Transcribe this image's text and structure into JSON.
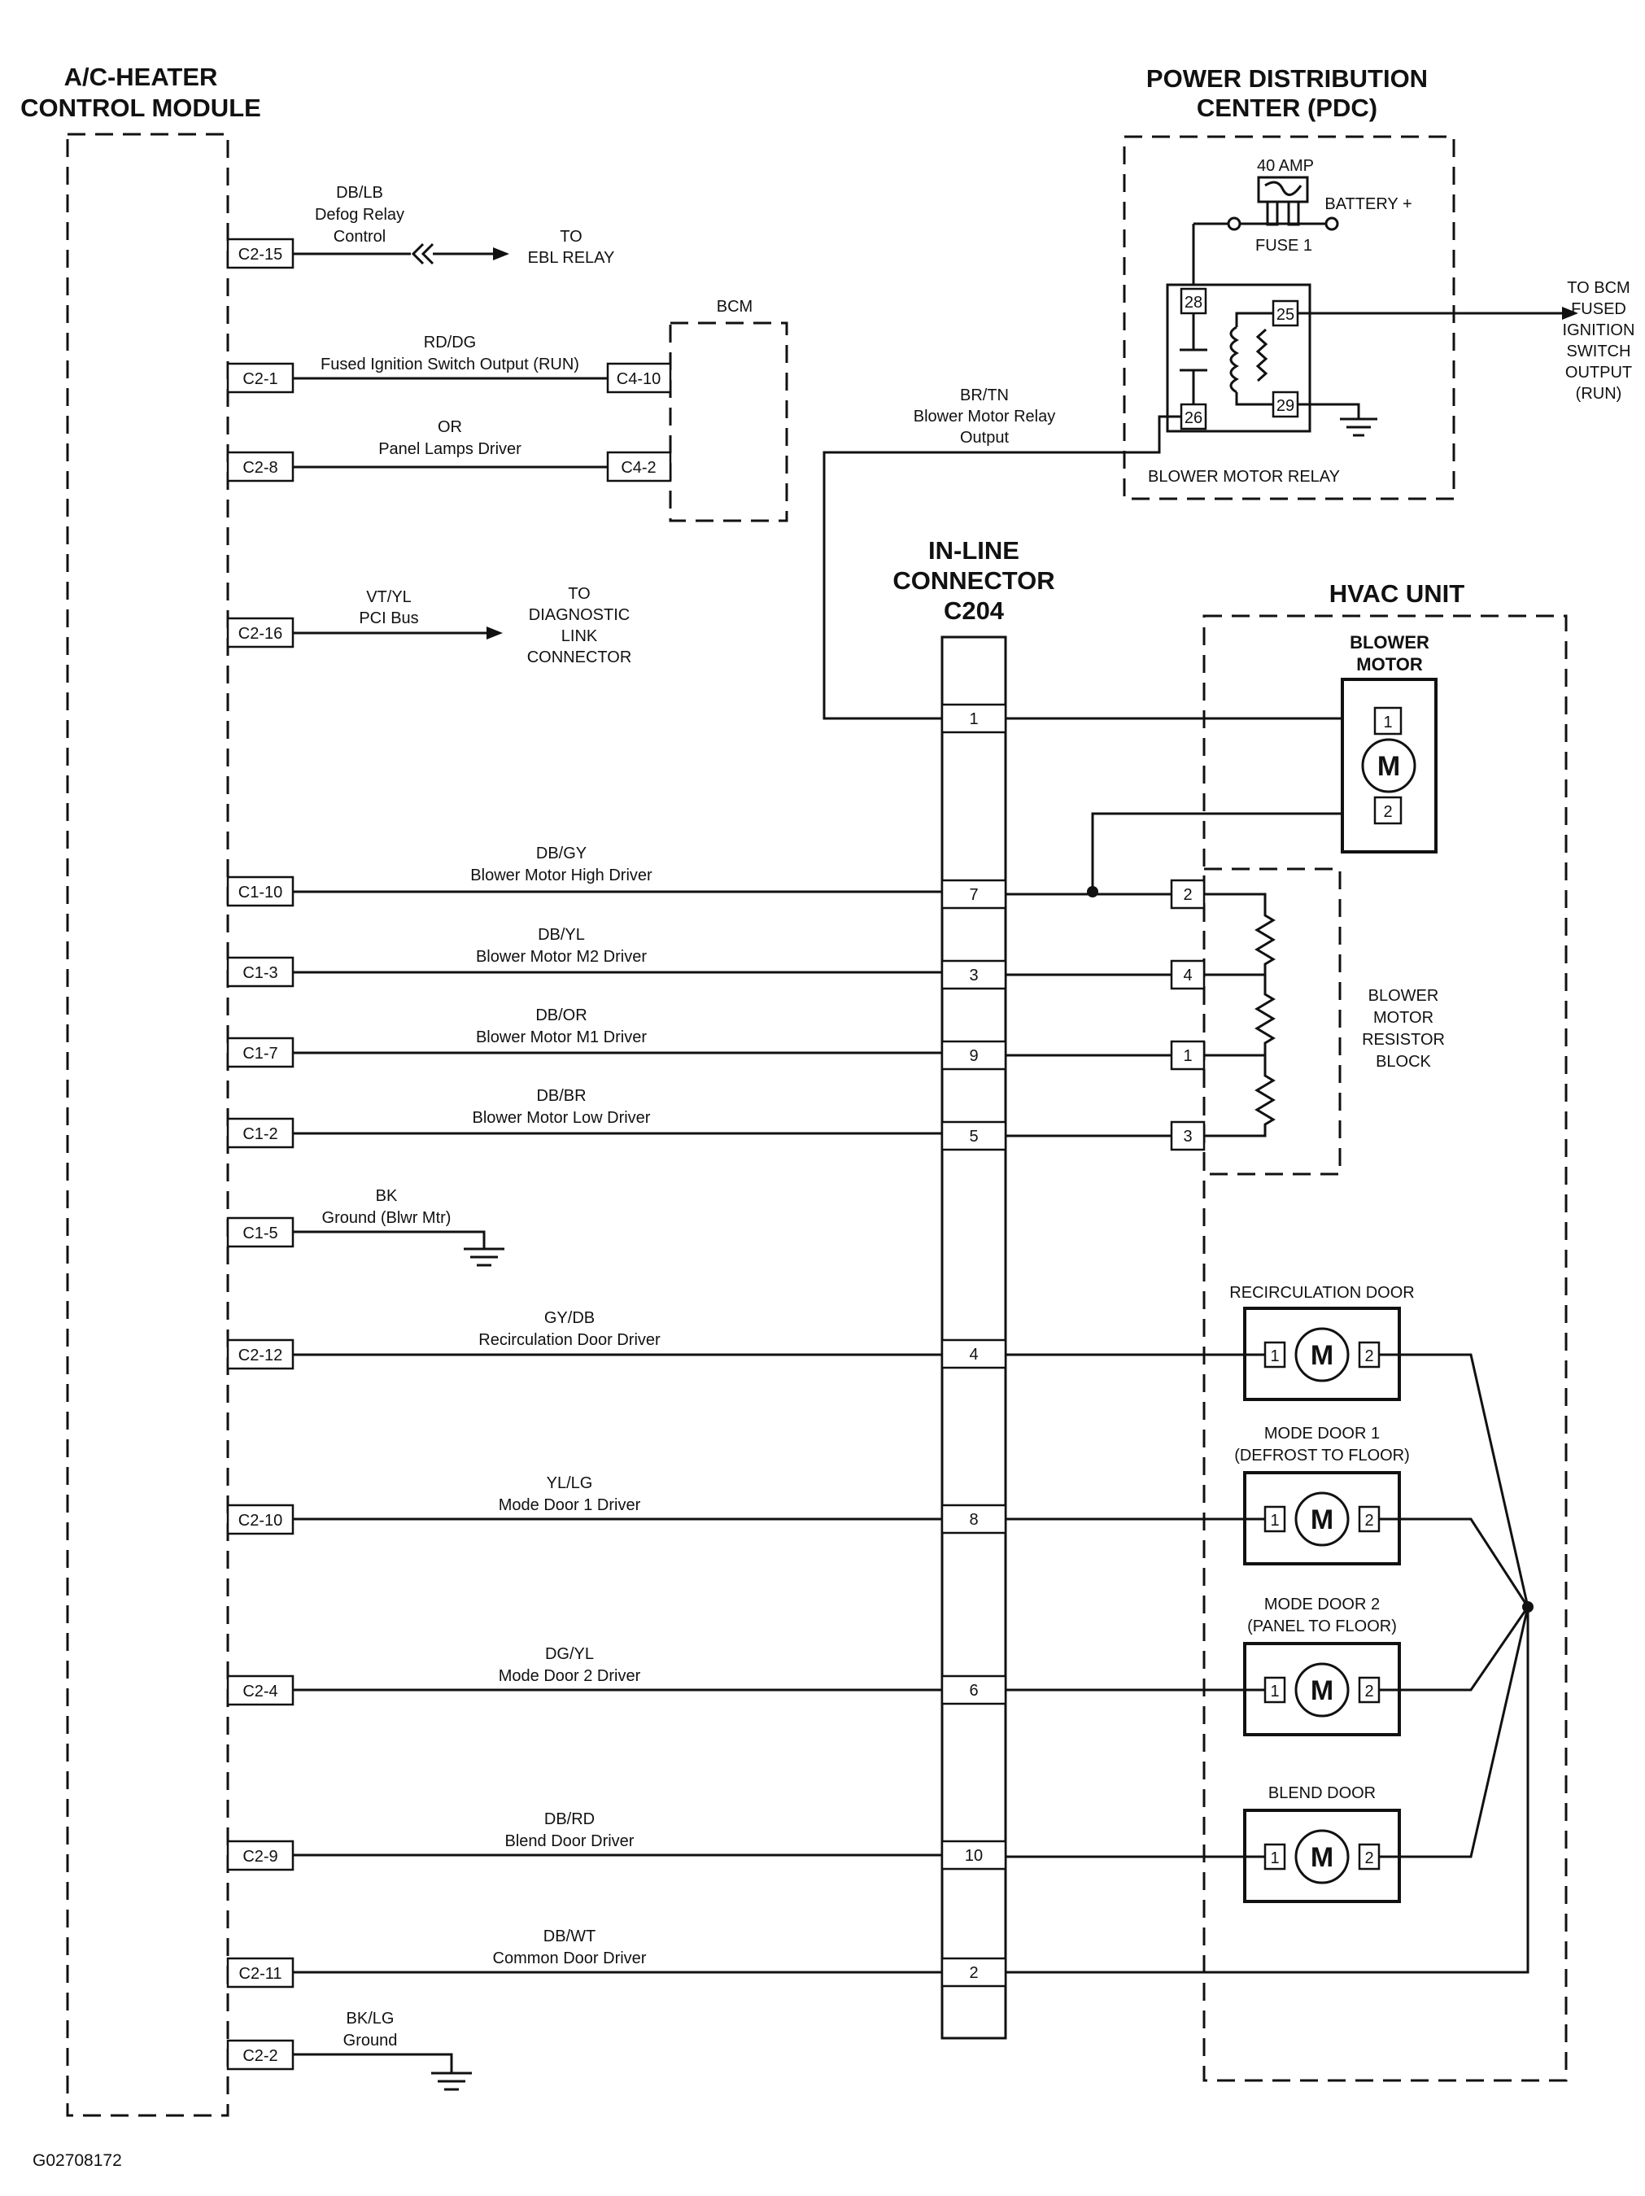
{
  "module": {
    "title1": "A/C-HEATER",
    "title2": "CONTROL MODULE"
  },
  "pdc": {
    "title1": "POWER DISTRIBUTION",
    "title2": "CENTER (PDC)",
    "fuse_rating": "40 AMP",
    "battery": "BATTERY +",
    "fuse_name": "FUSE 1",
    "relay": "BLOWER MOTOR RELAY",
    "pins": [
      "28",
      "26",
      "25",
      "29"
    ],
    "to_bcm": [
      "TO BCM",
      "FUSED",
      "IGNITION",
      "SWITCH",
      "OUTPUT",
      "(RUN)"
    ]
  },
  "bcm": {
    "title": "BCM",
    "pin_a": "C4-10",
    "pin_b": "C4-2"
  },
  "connector": {
    "t1": "IN-LINE",
    "t2": "CONNECTOR",
    "t3": "C204"
  },
  "hvac": {
    "title": "HVAC UNIT",
    "blower1": "BLOWER",
    "blower2": "MOTOR",
    "resistor": [
      "BLOWER",
      "MOTOR",
      "RESISTOR",
      "BLOCK"
    ],
    "recirc": "RECIRCULATION DOOR",
    "mode1a": "MODE DOOR 1",
    "mode1b": "(DEFROST TO FLOOR)",
    "mode2a": "MODE DOOR 2",
    "mode2b": "(PANEL TO FLOOR)",
    "blend": "BLEND DOOR",
    "motor": "M",
    "mp1": "1",
    "mp2": "2"
  },
  "top_circuits": {
    "defog": {
      "pin": "C2-15",
      "wire": "DB/LB",
      "desc1": "Defog Relay",
      "desc2": "Control",
      "to1": "TO",
      "to2": "EBL RELAY"
    },
    "ign": {
      "pin": "C2-1",
      "wire": "RD/DG",
      "desc": "Fused Ignition Switch Output (RUN)"
    },
    "panel": {
      "pin": "C2-8",
      "wire": "OR",
      "desc": "Panel Lamps Driver"
    },
    "pci": {
      "pin": "C2-16",
      "wire": "VT/YL",
      "desc": "PCI Bus",
      "to1": "TO",
      "to2": "DIAGNOSTIC",
      "to3": "LINK",
      "to4": "CONNECTOR"
    },
    "relay_out": {
      "wire": "BR/TN",
      "desc1": "Blower Motor Relay",
      "desc2": "Output",
      "cav": "1"
    }
  },
  "circuits": [
    {
      "pin": "C1-10",
      "wire": "DB/GY",
      "desc": "Blower Motor High Driver",
      "cav": "7",
      "rpin": "2"
    },
    {
      "pin": "C1-3",
      "wire": "DB/YL",
      "desc": "Blower Motor M2 Driver",
      "cav": "3",
      "rpin": "4"
    },
    {
      "pin": "C1-7",
      "wire": "DB/OR",
      "desc": "Blower Motor M1 Driver",
      "cav": "9",
      "rpin": "1"
    },
    {
      "pin": "C1-2",
      "wire": "DB/BR",
      "desc": "Blower Motor Low Driver",
      "cav": "5",
      "rpin": "3"
    },
    {
      "pin": "C1-5",
      "wire": "BK",
      "desc": "Ground (Blwr Mtr)"
    },
    {
      "pin": "C2-12",
      "wire": "GY/DB",
      "desc": "Recirculation Door Driver",
      "cav": "4"
    },
    {
      "pin": "C2-10",
      "wire": "YL/LG",
      "desc": "Mode Door 1 Driver",
      "cav": "8"
    },
    {
      "pin": "C2-4",
      "wire": "DG/YL",
      "desc": "Mode Door 2 Driver",
      "cav": "6"
    },
    {
      "pin": "C2-9",
      "wire": "DB/RD",
      "desc": "Blend Door Driver",
      "cav": "10"
    },
    {
      "pin": "C2-11",
      "wire": "DB/WT",
      "desc": "Common Door Driver",
      "cav": "2"
    },
    {
      "pin": "C2-2",
      "wire": "BK/LG",
      "desc": "Ground"
    }
  ],
  "figure_id": "G02708172"
}
